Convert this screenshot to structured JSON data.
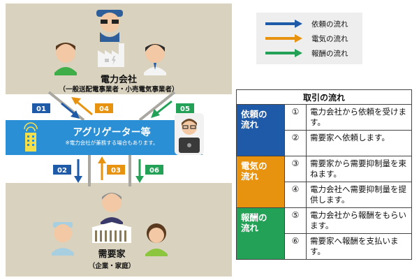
{
  "top_box": {
    "title": "電力会社",
    "subtitle": "（一般送配電事業者・小売電気事業者）"
  },
  "aggregator": {
    "title": "アグリゲーター等",
    "note": "※電力会社が兼務する場合もあります。"
  },
  "bottom_box": {
    "title": "需要家",
    "subtitle": "（企業・家庭）"
  },
  "arrows": {
    "a01": "01",
    "a02": "02",
    "a03": "03",
    "a04": "04",
    "a05": "05",
    "a06": "06"
  },
  "legend": {
    "items": [
      {
        "label": "依頼の流れ",
        "color": "#1f5aa8"
      },
      {
        "label": "電気の流れ",
        "color": "#e8930f"
      },
      {
        "label": "報酬の流れ",
        "color": "#23a257"
      }
    ]
  },
  "colors": {
    "request": "#1f5aa8",
    "electricity": "#e8930f",
    "reward": "#23a257",
    "box_bg": "#d8d2bf",
    "aggregator_bg": "#2b8fd6"
  },
  "table": {
    "header": "取引の流れ",
    "groups": [
      {
        "category": "依頼の\n流れ",
        "rows": [
          {
            "num": "①",
            "text": "電力会社から依頼を受けます。"
          },
          {
            "num": "②",
            "text": "需要家へ依頼します。"
          }
        ]
      },
      {
        "category": "電気の\n流れ",
        "rows": [
          {
            "num": "③",
            "text": "需要家から需要抑制量を束ねます。"
          },
          {
            "num": "④",
            "text": "電力会社へ需要抑制量を提供します。"
          }
        ]
      },
      {
        "category": "報酬の\n流れ",
        "rows": [
          {
            "num": "⑤",
            "text": "電力会社から報酬をもらいます。"
          },
          {
            "num": "⑥",
            "text": "需要家へ報酬を支払います。"
          }
        ]
      }
    ]
  }
}
